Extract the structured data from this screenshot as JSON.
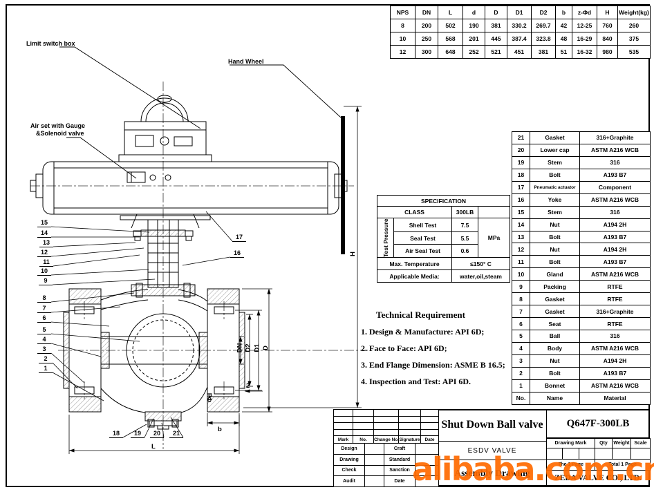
{
  "dim_table": {
    "headers": [
      "NPS",
      "DN",
      "L",
      "d",
      "D",
      "D1",
      "D2",
      "b",
      "z-Φd",
      "H",
      "Weight(kg)"
    ],
    "rows": [
      [
        "8",
        "200",
        "502",
        "190",
        "381",
        "330.2",
        "269.7",
        "42",
        "12-25",
        "760",
        "260"
      ],
      [
        "10",
        "250",
        "568",
        "201",
        "445",
        "387.4",
        "323.8",
        "48",
        "16-29",
        "840",
        "375"
      ],
      [
        "12",
        "300",
        "648",
        "252",
        "521",
        "451",
        "381",
        "51",
        "16-32",
        "980",
        "535"
      ]
    ]
  },
  "parts_table": {
    "rows": [
      [
        "21",
        "Gasket",
        "316+Graphite"
      ],
      [
        "20",
        "Lower cap",
        "ASTM A216 WCB"
      ],
      [
        "19",
        "Stem",
        "316"
      ],
      [
        "18",
        "Bolt",
        "A193 B7"
      ],
      [
        "17",
        "Pneumatic actuator",
        "Component"
      ],
      [
        "16",
        "Yoke",
        "ASTM A216 WCB"
      ],
      [
        "15",
        "Stem",
        "316"
      ],
      [
        "14",
        "Nut",
        "A194 2H"
      ],
      [
        "13",
        "Bolt",
        "A193 B7"
      ],
      [
        "12",
        "Nut",
        "A194 2H"
      ],
      [
        "11",
        "Bolt",
        "A193 B7"
      ],
      [
        "10",
        "Gland",
        "ASTM A216 WCB"
      ],
      [
        "9",
        "Packing",
        "RTFE"
      ],
      [
        "8",
        "Gasket",
        "RTFE"
      ],
      [
        "7",
        "Gasket",
        "316+Graphite"
      ],
      [
        "6",
        "Seat",
        "RTFE"
      ],
      [
        "5",
        "Ball",
        "316"
      ],
      [
        "4",
        "Body",
        "ASTM A216 WCB"
      ],
      [
        "3",
        "Nut",
        "A194 2H"
      ],
      [
        "2",
        "Bolt",
        "A193 B7"
      ],
      [
        "1",
        "Bonnet",
        "ASTM A216 WCB"
      ]
    ],
    "footer": [
      "No.",
      "Name",
      "Material"
    ]
  },
  "spec_table": {
    "title": "SPECIFICATION",
    "class_label": "CLASS",
    "class_value": "300LB",
    "pressure_label": "Test Pressure",
    "rows": [
      {
        "label": "Shell Test",
        "value": "7.5"
      },
      {
        "label": "Seal Test",
        "value": "5.5"
      },
      {
        "label": "Air Seal Test",
        "value": "0.6"
      }
    ],
    "unit": "MPa",
    "max_temp_label": "Max. Temperature",
    "max_temp_value": "≤150° C",
    "media_label": "Applicable Media:",
    "media_value": "water,oil,steam"
  },
  "tech_req": {
    "title": "Technical Requirement",
    "items": [
      "1. Design & Manufacture: API 6D;",
      "2. Face to Face: API 6D;",
      "3. End Flange Dimension: ASME B 16.5;",
      "4. Inspection and Test: API 6D."
    ]
  },
  "title_block": {
    "revision": {
      "headers": [
        "Mark",
        "No.",
        "Change No.",
        "Signature",
        "Date"
      ],
      "rows": [
        [
          "Design",
          "Craft"
        ],
        [
          "Drawing",
          "Standard"
        ],
        [
          "Check",
          "Sanction"
        ],
        [
          "Audit",
          "Date"
        ]
      ]
    },
    "center": {
      "title": "Shut Down Ball valve",
      "subtitle": "ESDV VALVE",
      "doc_type": "Assembly Drawing"
    },
    "right": {
      "code": "Q647F-300LB",
      "headers": [
        "Drawing Mark",
        "Qty",
        "Weight",
        "Scale"
      ],
      "page": "The 1 Page",
      "total": "Total 1 Page",
      "company": "ZEDA VALVE CO., LTD."
    }
  },
  "drawing": {
    "annotations": {
      "limit_switch": "Limit switch box",
      "air_set_line1": "Air set with Gauge",
      "air_set_line2": "&Solenoid valve",
      "hand_wheel": "Hand Wheel"
    },
    "callouts": [
      "15",
      "14",
      "13",
      "12",
      "11",
      "10",
      "9",
      "8",
      "7",
      "6",
      "5",
      "4",
      "3",
      "2",
      "1",
      "17",
      "16",
      "18",
      "19",
      "20",
      "21"
    ],
    "dim_labels": [
      "L",
      "b",
      "2",
      "Φd",
      "DN",
      "D2",
      "D1",
      "D",
      "H"
    ]
  },
  "watermark": {
    "text": "alibaba.com.cn",
    "color": "#ff6a00"
  }
}
